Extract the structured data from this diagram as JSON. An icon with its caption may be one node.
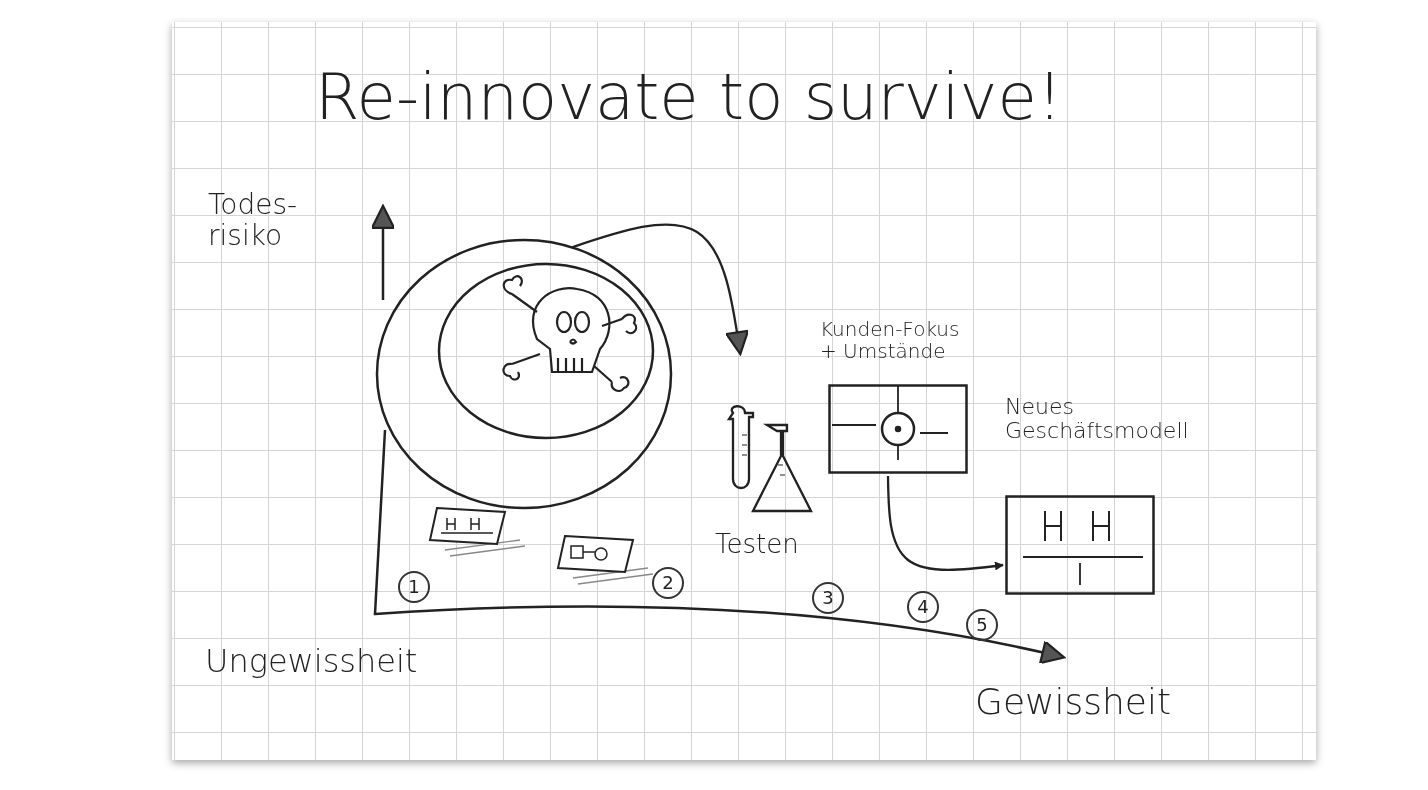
{
  "diagram": {
    "title": "Re-innovate to survive!",
    "nodes": [
      {
        "text": [],
        "shape": "circle"
      },
      {
        "text": [],
        "shape": "circle",
        "in": 0
      },
      {
        "text": [
          "Kunden-Fokus + Umstände"
        ]
      },
      {
        "text": [
          "Neues Geschäftsmodell"
        ]
      }
    ],
    "edges": [
      {
        "from": 0,
        "to": null,
        "arrow": "to"
      },
      {
        "from": 2,
        "to": 3,
        "arrow": "to"
      }
    ],
    "labels": [
      "Todes- risiko",
      "Testen",
      "1",
      "2",
      "3",
      "4",
      "5",
      "Ungewissheit",
      "Gewissheit"
    ]
  }
}
